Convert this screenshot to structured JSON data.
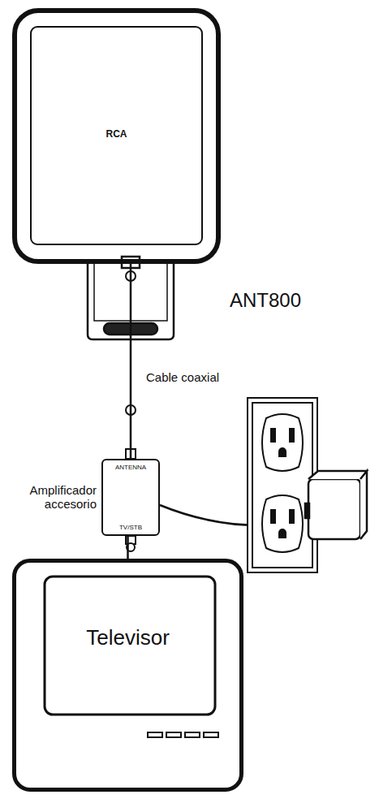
{
  "diagram": {
    "nodes": [
      {
        "text": [
          "RCA",
          "ANT800"
        ]
      },
      {
        "text": [
          "Amplificador accesorio",
          "ANTENNA",
          "TV/STB"
        ]
      },
      {
        "text": [
          "Televisor"
        ]
      }
    ],
    "edges": [
      {
        "from": 0,
        "to": 1,
        "arrow": "none",
        "label": "Cable coaxial"
      },
      {
        "from": 1,
        "to": 2,
        "arrow": "none"
      }
    ]
  }
}
